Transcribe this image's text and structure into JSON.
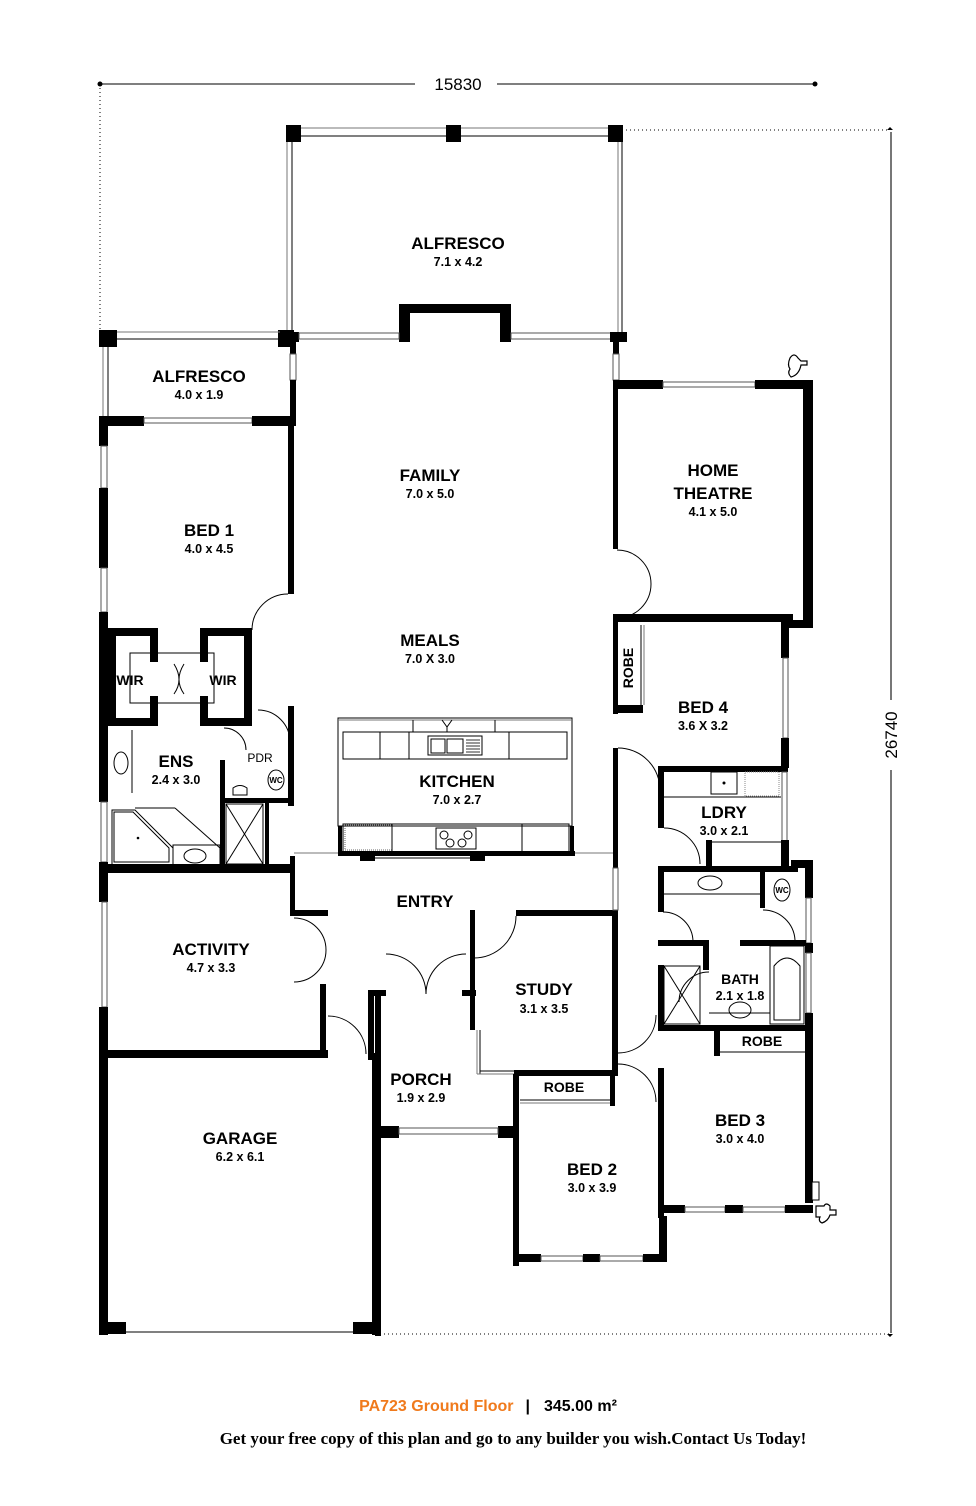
{
  "dimensions": {
    "width_label": "15830",
    "height_label": "26740"
  },
  "rooms": {
    "alfresco_main": {
      "name": "ALFRESCO",
      "size": "7.1 x 4.2"
    },
    "alfresco_side": {
      "name": "ALFRESCO",
      "size": "4.0 x 1.9"
    },
    "family": {
      "name": "FAMILY",
      "size": "7.0 x 5.0"
    },
    "home_theatre": {
      "name_line1": "HOME",
      "name_line2": "THEATRE",
      "size": "4.1 x 5.0"
    },
    "bed1": {
      "name": "BED 1",
      "size": "4.0 x 4.5"
    },
    "wir_left": {
      "name": "WIR"
    },
    "wir_right": {
      "name": "WIR"
    },
    "meals": {
      "name": "MEALS",
      "size": "7.0 X 3.0"
    },
    "kitchen": {
      "name": "KITCHEN",
      "size": "7.0 x 2.7"
    },
    "bed4": {
      "name": "BED 4",
      "size": "3.6 X 3.2"
    },
    "robe_bed4": {
      "name": "ROBE"
    },
    "ens": {
      "name": "ENS",
      "size": "2.4 x 3.0"
    },
    "pdr": {
      "name": "PDR"
    },
    "ldry": {
      "name": "LDRY",
      "size": "3.0 x 2.1"
    },
    "entry": {
      "name": "ENTRY"
    },
    "activity": {
      "name": "ACTIVITY",
      "size": "4.7 x 3.3"
    },
    "study": {
      "name": "STUDY",
      "size": "3.1 x 3.5"
    },
    "bath": {
      "name": "BATH",
      "size": "2.1 x 1.8"
    },
    "robe_bed3": {
      "name": "ROBE"
    },
    "porch": {
      "name": "PORCH",
      "size": "1.9 x 2.9"
    },
    "robe_bed2": {
      "name": "ROBE"
    },
    "garage": {
      "name": "GARAGE",
      "size": "6.2 x 6.1"
    },
    "bed3": {
      "name": "BED 3",
      "size": "3.0 x 4.0"
    },
    "bed2": {
      "name": "BED 2",
      "size": "3.0 x 3.9"
    }
  },
  "fixtures": {
    "wc_label": "WC"
  },
  "icons": {
    "garden_tap": "garden-tap-icon"
  },
  "footer": {
    "plan_code": "PA723 Ground Floor",
    "separator": "|",
    "area": "345.00 m²",
    "tagline": "Get your free copy of this plan and go to any builder you wish.Contact Us Today!",
    "accent_color": "#f07a1c"
  }
}
